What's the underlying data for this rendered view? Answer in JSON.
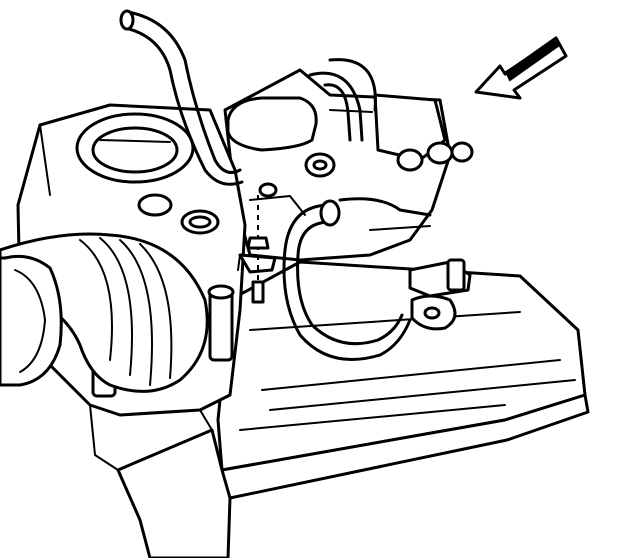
{
  "figure": {
    "background": "#ffffff",
    "line_color": "#000000",
    "components": [
      "engine-cover",
      "throttle-body",
      "air-intake-duct",
      "intake-plenum",
      "vacuum-hose-upper",
      "vacuum-hose-lower",
      "sensor-bracket",
      "mounting-bolt",
      "electrical-connector",
      "call-out-arrow"
    ]
  }
}
